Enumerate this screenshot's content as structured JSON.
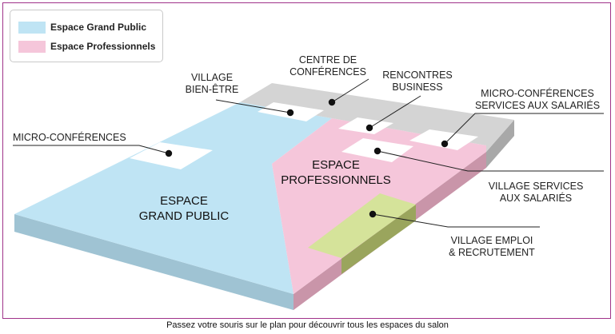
{
  "legend": [
    {
      "label": "Espace Grand Public",
      "color": "#bfe4f4"
    },
    {
      "label": "Espace Professionnels",
      "color": "#f5c6da"
    }
  ],
  "zones": {
    "grand_public": {
      "line1": "ESPACE",
      "line2": "GRAND PUBLIC"
    },
    "professionnels": {
      "line1": "ESPACE",
      "line2": "PROFESSIONNELS"
    }
  },
  "labels": {
    "micro_conferences": "MICRO-CONFÉRENCES",
    "village_bien_etre": {
      "line1": "VILLAGE",
      "line2": "BIEN-ÊTRE"
    },
    "centre_conferences": {
      "line1": "CENTRE DE",
      "line2": "CONFÉRENCES"
    },
    "rencontres_business": {
      "line1": "RENCONTRES",
      "line2": "BUSINESS"
    },
    "micro_conf_salaries": {
      "line1": "MICRO-CONFÉRENCES",
      "line2": "SERVICES AUX SALARIÉS"
    },
    "village_services": {
      "line1": "VILLAGE SERVICES",
      "line2": "AUX SALARIÉS"
    },
    "village_emploi": {
      "line1": "VILLAGE EMPLOI",
      "line2": "& RECRUTEMENT"
    }
  },
  "caption": "Passez votre souris sur le plan pour découvrir tous les espaces du salon",
  "colors": {
    "grand_public_top": "#bfe4f4",
    "grand_public_side": "#9fc3d3",
    "pro_top": "#f5c6da",
    "pro_side": "#c995a9",
    "gray_top": "#d4d4d4",
    "gray_side": "#a8a8a8",
    "emploi_top": "#d5e39a",
    "emploi_side": "#9aa55d",
    "frame_border": "#a0338a"
  }
}
